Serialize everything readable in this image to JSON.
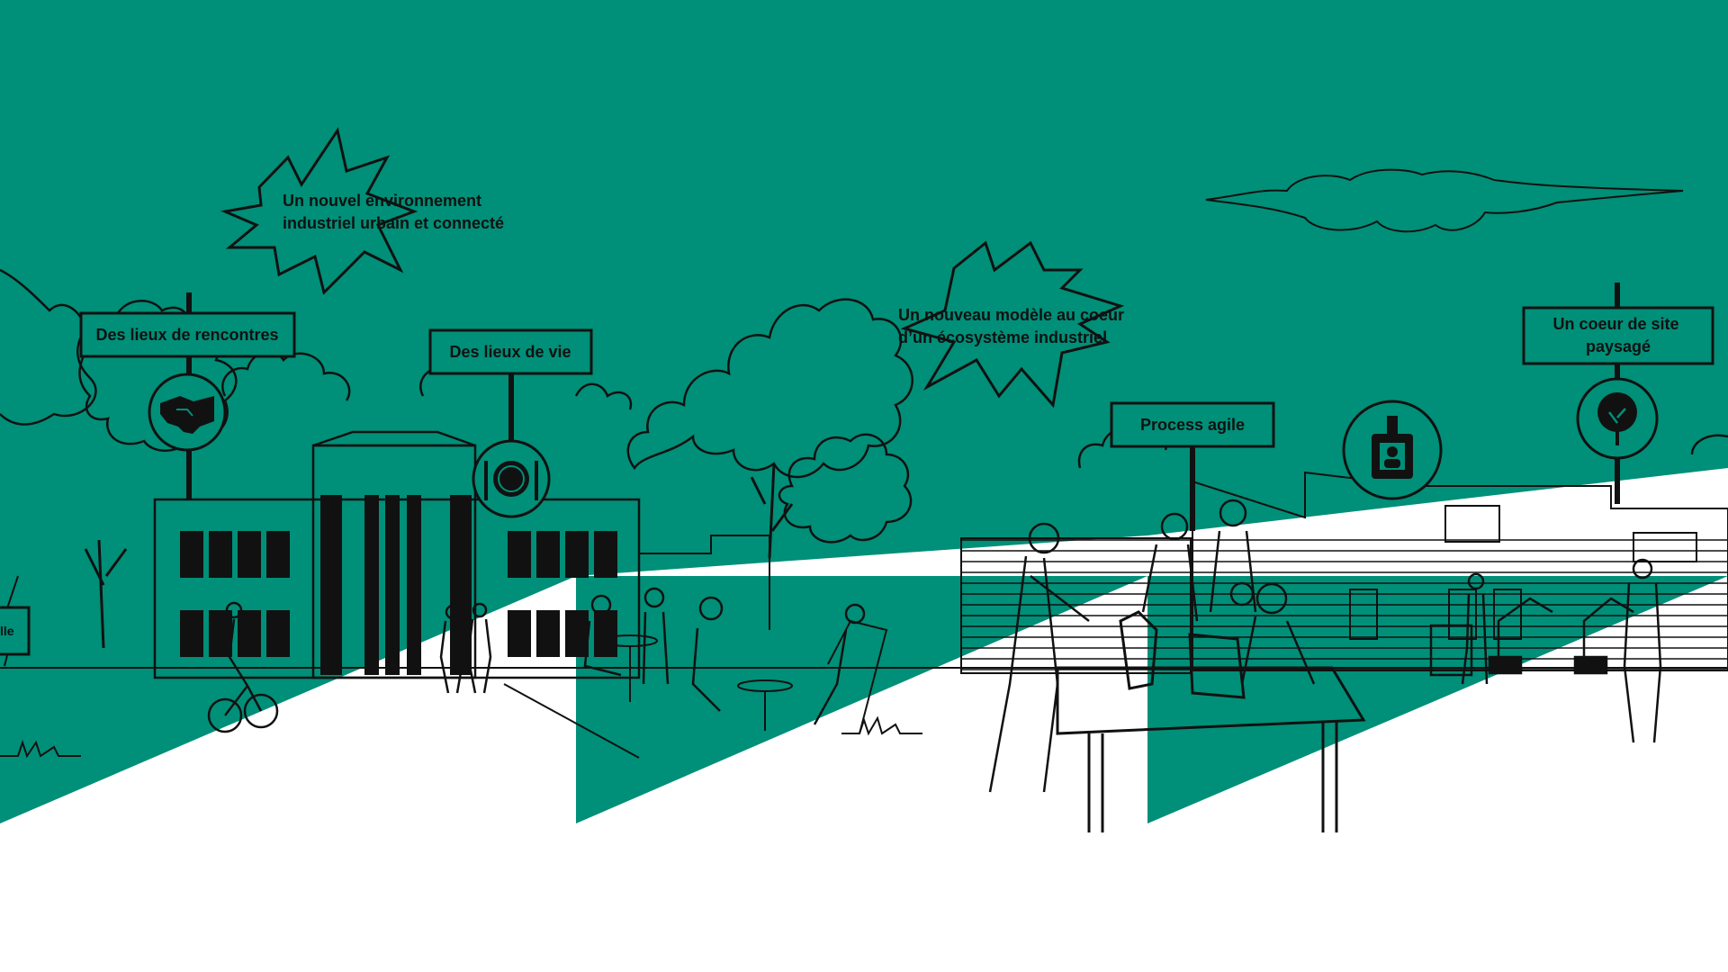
{
  "colors": {
    "background": "#008f78",
    "ground": "#ffffff",
    "ink": "#111111"
  },
  "starbursts": [
    {
      "line1": "Un nouvel environnement",
      "line2": "industriel urbain et connecté"
    },
    {
      "line1": "Un nouveau modèle au coeur",
      "line2": "d’un écosystème industriel"
    }
  ],
  "signs": [
    {
      "text": "Des lieux de rencontres",
      "icon": "handshake-icon"
    },
    {
      "text": "Des lieux de vie",
      "icon": "plate-cutlery-icon"
    },
    {
      "text": "Process agile",
      "icon": "badge-icon"
    },
    {
      "line1": "Un coeur de site",
      "line2": "paysagé",
      "icon": "tree-icon"
    }
  ],
  "small_sign": "lle"
}
